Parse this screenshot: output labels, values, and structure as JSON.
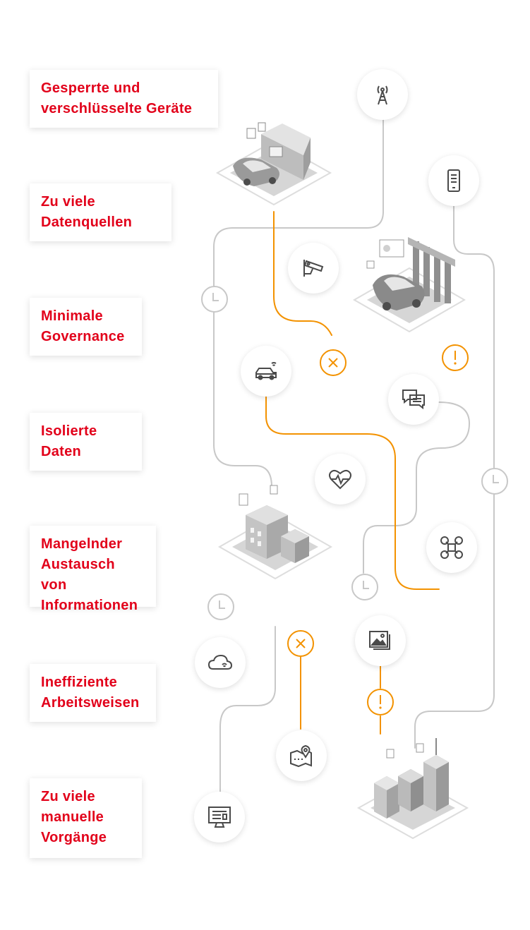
{
  "challenges": [
    "Gesperrte und\nverschlüsselte Geräte",
    "Zu viele\nDatenquellen",
    "Minimale\nGovernance",
    "Isolierte\nDaten",
    "Mangelnder\nAustausch von\nInformationen",
    "Ineffiziente\nArbeitsweisen",
    "Zu viele\nmanuelle\nVorgänge"
  ],
  "icons": [
    "radio-tower-icon",
    "mobile-phone-icon",
    "security-camera-icon",
    "connected-car-icon",
    "chat-icon",
    "heart-rate-icon",
    "drone-icon",
    "image-gallery-icon",
    "cloud-icon",
    "map-location-icon",
    "computer-monitor-icon"
  ],
  "markers": [
    "clock-icon",
    "x-alert-icon",
    "exclamation-alert-icon"
  ],
  "colors": {
    "accent_red": "#e2001a",
    "path_orange": "#f39200",
    "path_gray": "#c8c8c8",
    "icon_gray": "#4a4a4a"
  }
}
